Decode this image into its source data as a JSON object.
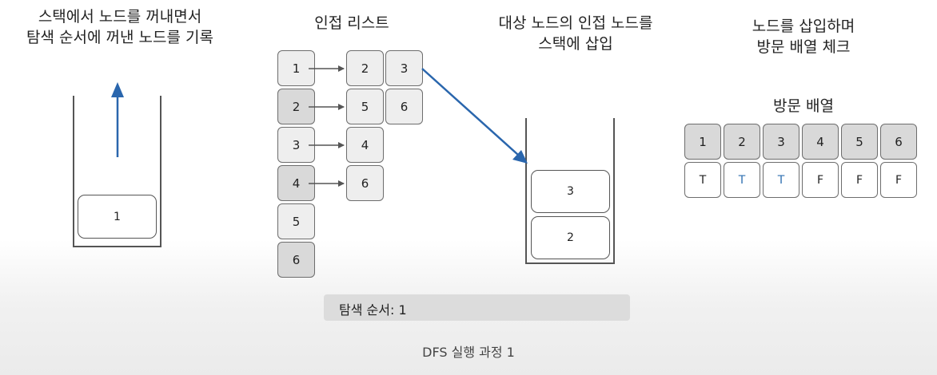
{
  "headings": {
    "pop_line1": "스택에서 노드를 꺼내면서",
    "pop_line2": "탐색 순서에 꺼낸 노드를 기록",
    "adjacency": "인접 리스트",
    "push_line1": "대상 노드의 인접 노드를",
    "push_line2": "스택에 삽입",
    "visit_line1": "노드를 삽입하며",
    "visit_line2": "방문 배열 체크"
  },
  "left_stack": {
    "items": [
      "1"
    ]
  },
  "adjacency_list": [
    {
      "node": "1",
      "neighbors": [
        "2",
        "3"
      ]
    },
    {
      "node": "2",
      "neighbors": [
        "5",
        "6"
      ]
    },
    {
      "node": "3",
      "neighbors": [
        "4"
      ]
    },
    {
      "node": "4",
      "neighbors": [
        "6"
      ]
    },
    {
      "node": "5",
      "neighbors": []
    },
    {
      "node": "6",
      "neighbors": []
    }
  ],
  "right_stack": {
    "items_top_to_bottom": [
      "3",
      "2"
    ]
  },
  "visit_array": {
    "title": "방문 배열",
    "indices": [
      "1",
      "2",
      "3",
      "4",
      "5",
      "6"
    ],
    "values": [
      "T",
      "T",
      "T",
      "F",
      "F",
      "F"
    ],
    "highlight_color": "#2d6fb0"
  },
  "traversal_order": {
    "label": "탐색 순서: 1"
  },
  "caption": "DFS 실행 과정 1",
  "colors": {
    "arrow_blue": "#2a66ad",
    "arrow_gray": "#555555"
  }
}
